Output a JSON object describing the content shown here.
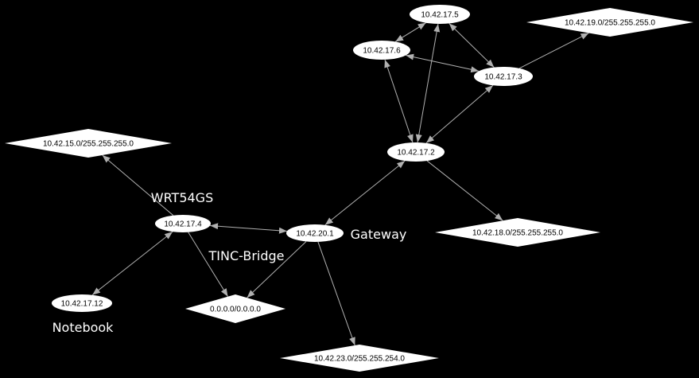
{
  "colors": {
    "background": "#000000",
    "node": "#ffffff",
    "edge": "#b0b0b0"
  },
  "nodes": [
    {
      "id": "n5",
      "label": "10.42.17.5",
      "shape": "ellipse"
    },
    {
      "id": "n6",
      "label": "10.42.17.6",
      "shape": "ellipse"
    },
    {
      "id": "n3",
      "label": "10.42.17.3",
      "shape": "ellipse"
    },
    {
      "id": "h19",
      "label": "10.42.19.0/255.255.255.0",
      "shape": "diamond"
    },
    {
      "id": "n2",
      "label": "10.42.17.2",
      "shape": "ellipse"
    },
    {
      "id": "h15",
      "label": "10.42.15.0/255.255.255.0",
      "shape": "diamond"
    },
    {
      "id": "n4",
      "label": "10.42.17.4",
      "shape": "ellipse"
    },
    {
      "id": "g201",
      "label": "10.42.20.1",
      "shape": "ellipse"
    },
    {
      "id": "h18",
      "label": "10.42.18.0/255.255.255.0",
      "shape": "diamond"
    },
    {
      "id": "n12",
      "label": "10.42.17.12",
      "shape": "ellipse"
    },
    {
      "id": "h0",
      "label": "0.0.0.0/0.0.0.0",
      "shape": "diamond"
    },
    {
      "id": "h23",
      "label": "10.42.23.0/255.255.254.0",
      "shape": "diamond"
    }
  ],
  "tags": [
    {
      "id": "t-wrt",
      "text": "WRT54GS"
    },
    {
      "id": "t-gw",
      "text": "Gateway"
    },
    {
      "id": "t-tinc",
      "text": "TINC-Bridge"
    },
    {
      "id": "t-nb",
      "text": "Notebook"
    }
  ],
  "edges": [
    {
      "from": "n5",
      "to": "n6",
      "bidirectional": true
    },
    {
      "from": "n5",
      "to": "n3",
      "bidirectional": true
    },
    {
      "from": "n5",
      "to": "n2",
      "bidirectional": true
    },
    {
      "from": "n6",
      "to": "n3",
      "bidirectional": true
    },
    {
      "from": "n6",
      "to": "n2",
      "bidirectional": true
    },
    {
      "from": "n3",
      "to": "n2",
      "bidirectional": true
    },
    {
      "from": "n3",
      "to": "h19",
      "bidirectional": false
    },
    {
      "from": "n2",
      "to": "h18",
      "bidirectional": false
    },
    {
      "from": "n2",
      "to": "g201",
      "bidirectional": true
    },
    {
      "from": "n4",
      "to": "h15",
      "bidirectional": false
    },
    {
      "from": "n4",
      "to": "g201",
      "bidirectional": true
    },
    {
      "from": "n4",
      "to": "n12",
      "bidirectional": true
    },
    {
      "from": "n4",
      "to": "h0",
      "bidirectional": false
    },
    {
      "from": "g201",
      "to": "h0",
      "bidirectional": false
    },
    {
      "from": "g201",
      "to": "h23",
      "bidirectional": false
    }
  ]
}
